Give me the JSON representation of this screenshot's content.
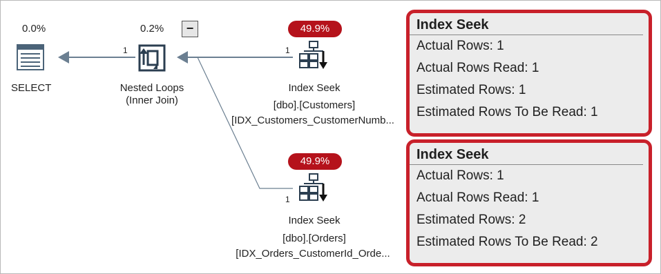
{
  "select": {
    "cost": "0.0%",
    "label": "SELECT"
  },
  "nested_loops": {
    "cost": "0.2%",
    "label_line1": "Nested Loops",
    "label_line2": "(Inner Join)",
    "toggle": "−",
    "rows": "1"
  },
  "seek_customers": {
    "cost": "49.9%",
    "label": "Index Seek",
    "table": "[dbo].[Customers]",
    "index": "[IDX_Customers_CustomerNumb...",
    "rows": "1"
  },
  "seek_orders": {
    "cost": "49.9%",
    "label": "Index Seek",
    "table": "[dbo].[Orders]",
    "index": "[IDX_Orders_CustomerId_Orde...",
    "rows": "1"
  },
  "tooltip_customers": {
    "title": "Index Seek",
    "actual_rows": "Actual Rows:  1",
    "actual_rows_read": "Actual Rows Read:  1",
    "estimated_rows": "Estimated Rows:  1",
    "estimated_rows_to_read": "Estimated Rows To Be Read:  1"
  },
  "tooltip_orders": {
    "title": "Index Seek",
    "actual_rows": "Actual Rows:  1",
    "actual_rows_read": "Actual Rows Read:  1",
    "estimated_rows": "Estimated Rows:  2",
    "estimated_rows_to_read": "Estimated Rows To Be Read:  2"
  },
  "colors": {
    "accent": "#c8202a",
    "badge": "#b5121b",
    "arrow": "#6b7f91"
  },
  "icons": [
    "select-icon",
    "nested-loops-icon",
    "index-seek-icon",
    "collapse-icon"
  ]
}
